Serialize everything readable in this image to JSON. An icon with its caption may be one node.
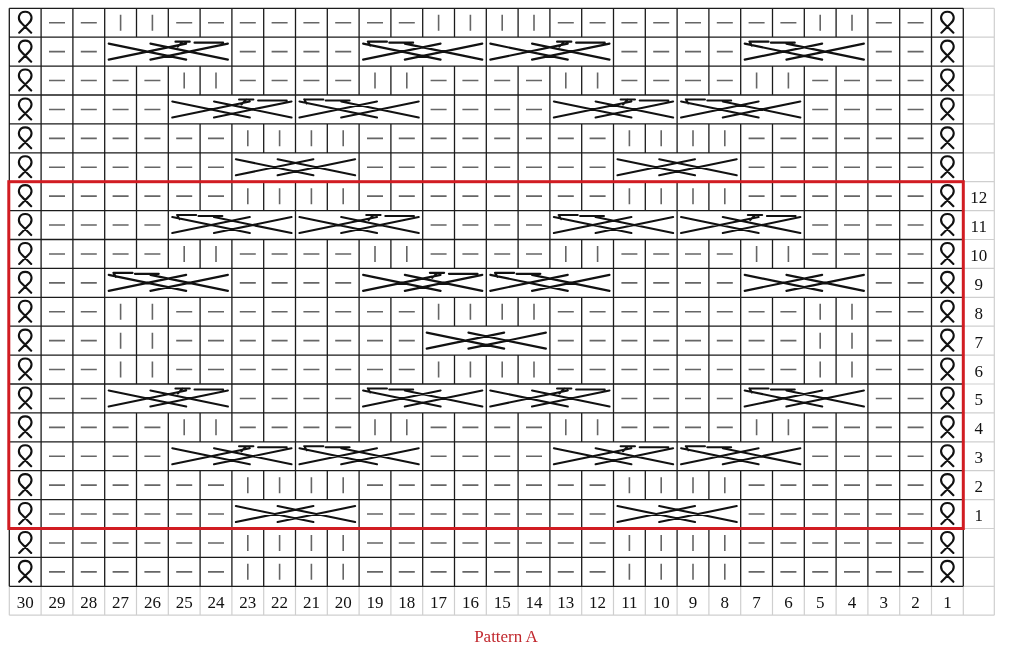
{
  "diagram": {
    "caption": "Pattern A",
    "labels": [
      "12",
      "11",
      "10",
      "9",
      "8",
      "7",
      "6",
      "5",
      "4",
      "3",
      "2",
      "1",
      "30",
      "29",
      "28",
      "27",
      "26",
      "25",
      "24",
      "23",
      "22",
      "21",
      "20",
      "19",
      "18",
      "17",
      "16",
      "15",
      "14",
      "13",
      "12",
      "11",
      "10",
      "9",
      "8",
      "7",
      "6",
      "5",
      "4",
      "3",
      "2",
      "1"
    ]
  }
}
